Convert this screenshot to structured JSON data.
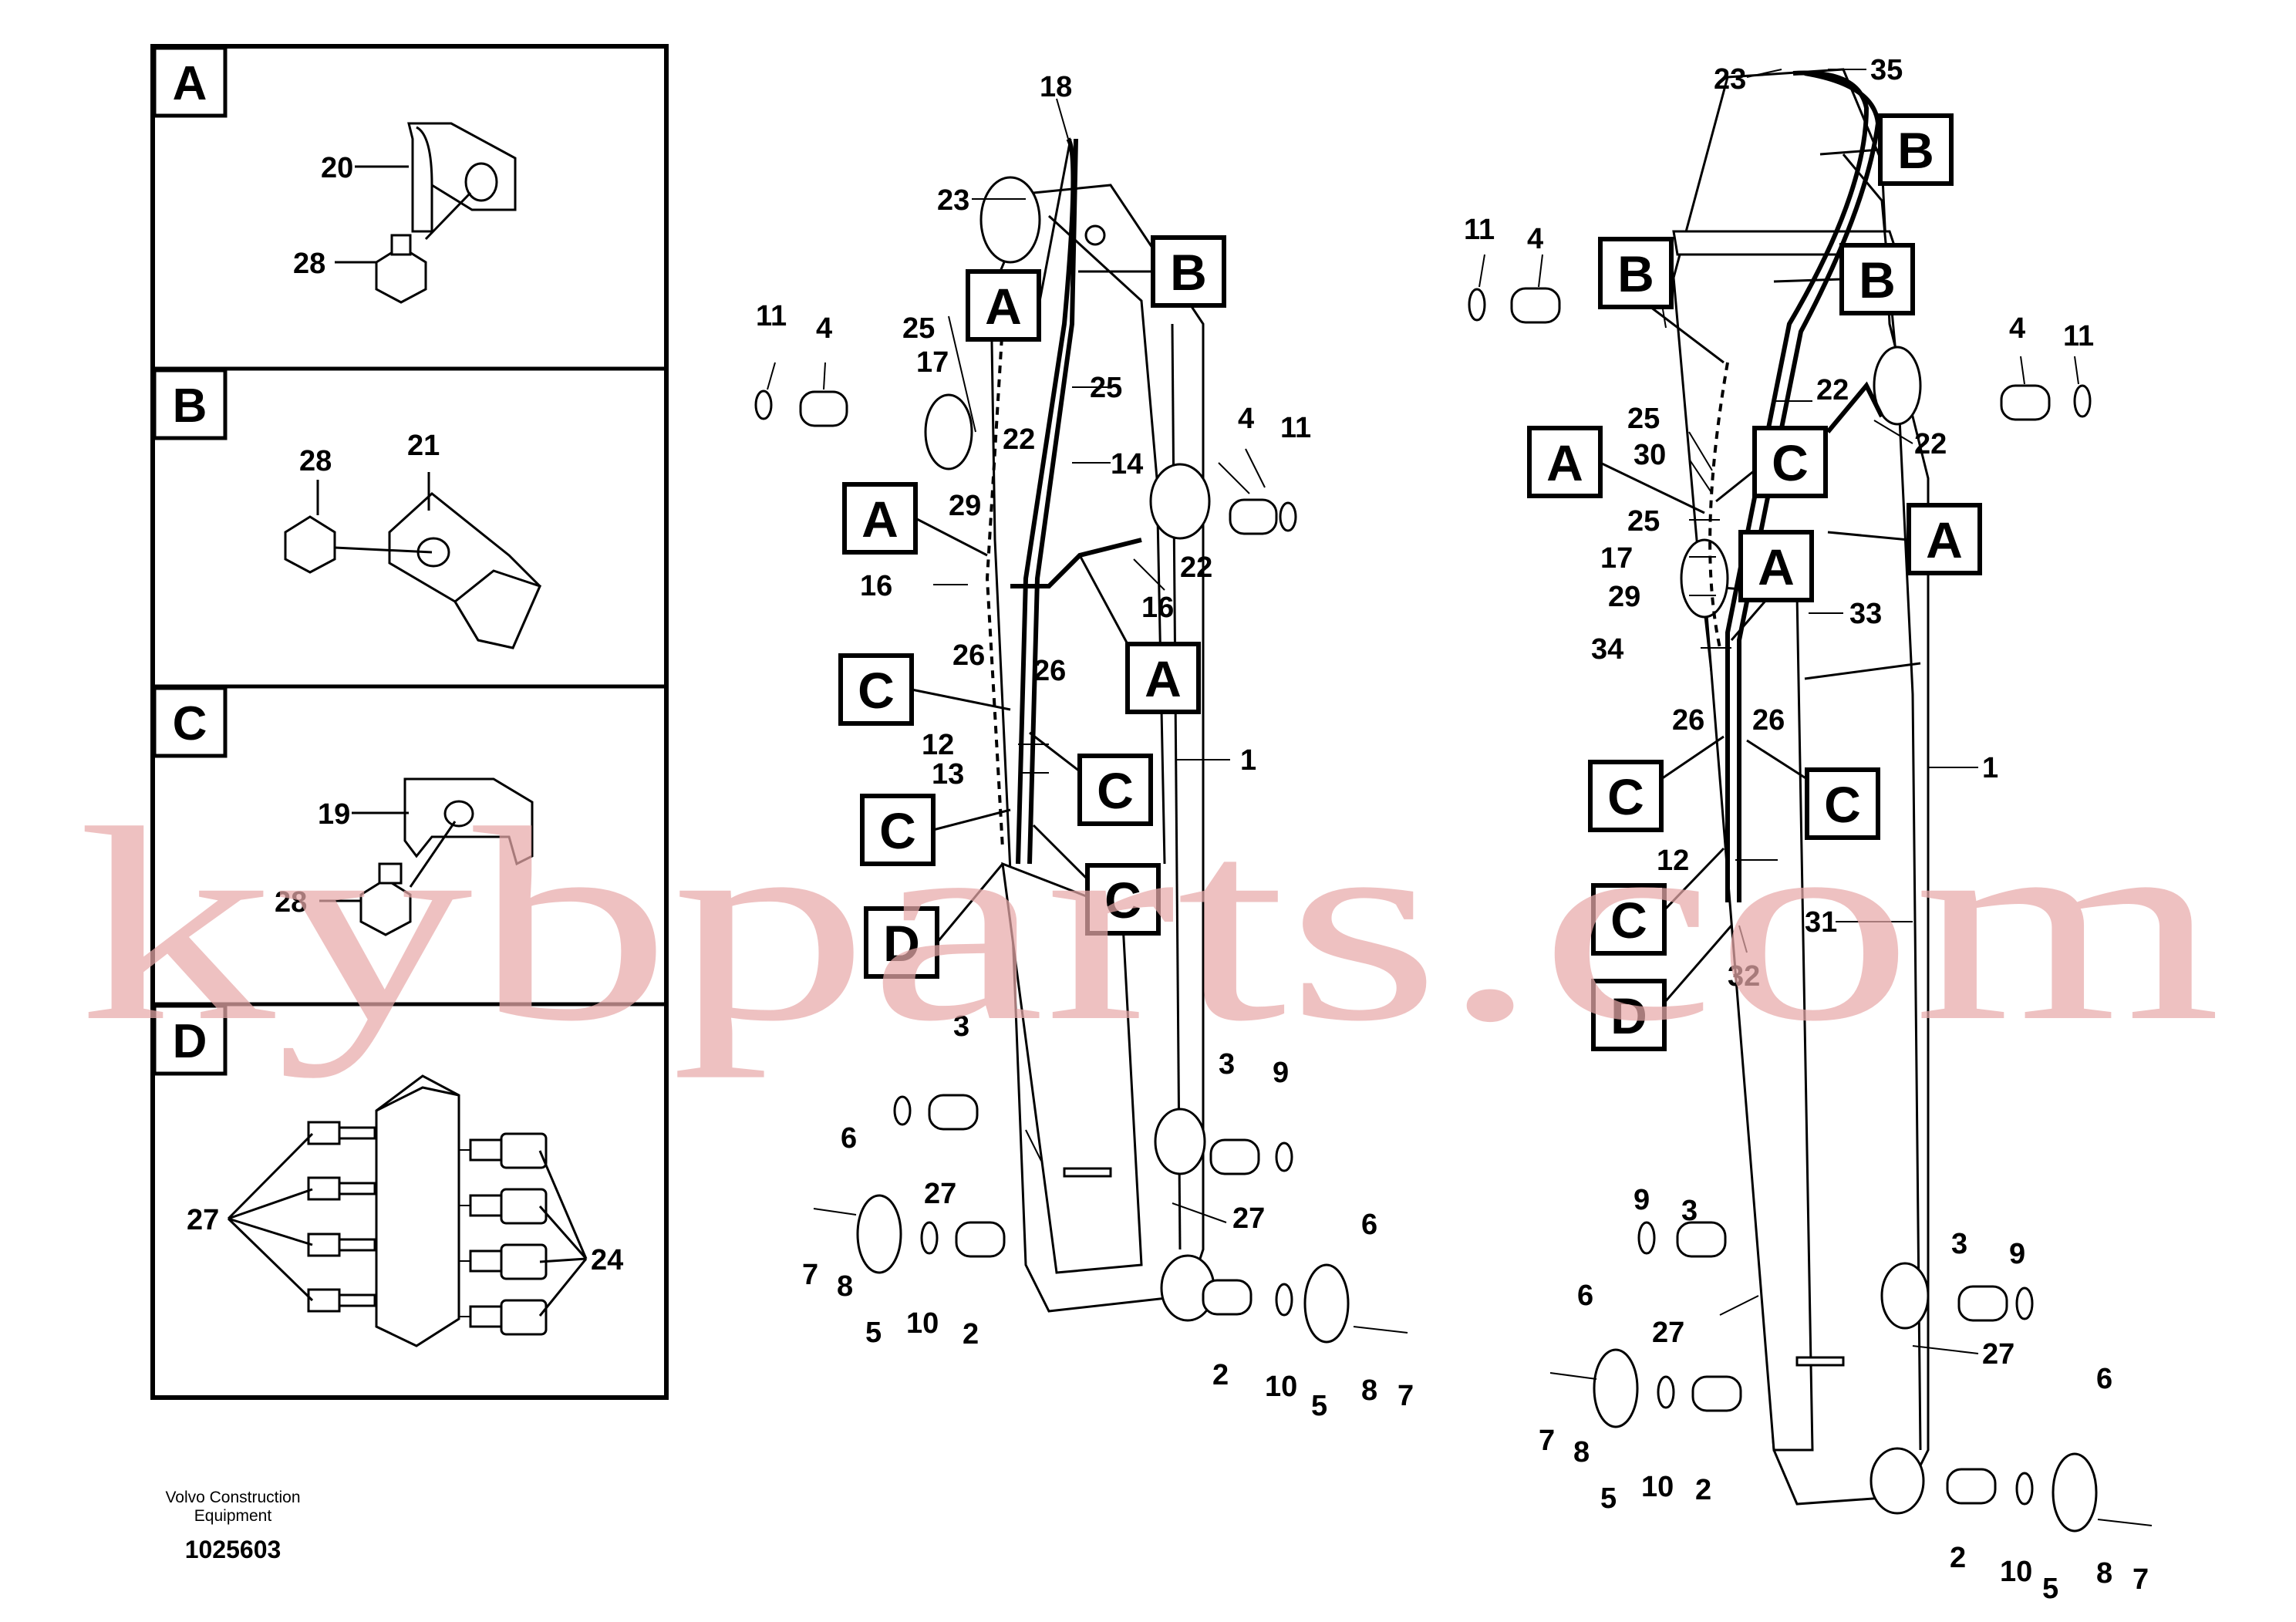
{
  "panels": [
    {
      "letter": "A",
      "parts": [
        "20",
        "28"
      ]
    },
    {
      "letter": "B",
      "parts": [
        "28",
        "21"
      ]
    },
    {
      "letter": "C",
      "parts": [
        "19",
        "28"
      ]
    },
    {
      "letter": "D",
      "parts": [
        "27",
        "24"
      ]
    }
  ],
  "left_boom_labels": [
    "18",
    "23",
    "11",
    "4",
    "25",
    "17",
    "25",
    "22",
    "14",
    "29",
    "4",
    "11",
    "22",
    "16",
    "16",
    "26",
    "26",
    "12",
    "13",
    "1",
    "3",
    "9",
    "6",
    "27",
    "27",
    "6",
    "7",
    "8",
    "5",
    "10",
    "2",
    "2",
    "10",
    "5",
    "8",
    "7",
    "3"
  ],
  "left_boom_callouts": [
    "A",
    "B",
    "A",
    "A",
    "C",
    "C",
    "C",
    "C",
    "D"
  ],
  "right_boom_labels": [
    "23",
    "35",
    "11",
    "4",
    "22",
    "4",
    "11",
    "25",
    "30",
    "22",
    "25",
    "17",
    "29",
    "34",
    "33",
    "26",
    "26",
    "1",
    "12",
    "31",
    "32",
    "9",
    "3",
    "3",
    "9",
    "6",
    "27",
    "27",
    "6",
    "7",
    "8",
    "5",
    "10",
    "2",
    "2",
    "10",
    "5",
    "8",
    "7"
  ],
  "right_boom_callouts": [
    "B",
    "B",
    "B",
    "A",
    "C",
    "A",
    "A",
    "C",
    "C",
    "C",
    "D"
  ],
  "footer": {
    "maker_line1": "Volvo Construction",
    "maker_line2": "Equipment",
    "doc_number": "1025603"
  },
  "watermark": "kybparts.com",
  "colors": {
    "watermark": "#e8a9a9",
    "ink": "#000000"
  }
}
